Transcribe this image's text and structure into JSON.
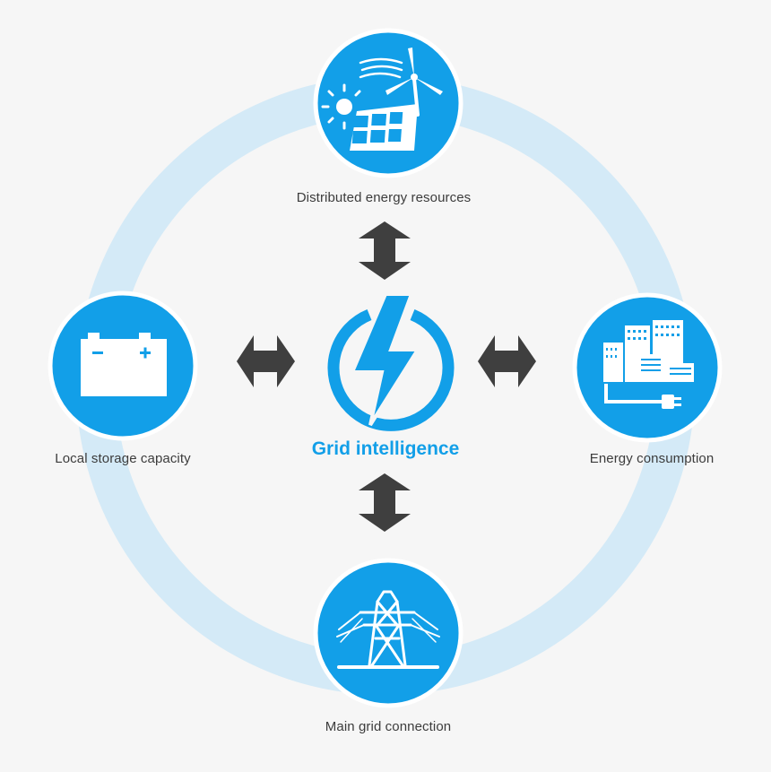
{
  "center": {
    "label": "Grid intelligence",
    "icon": "lightning-power-icon"
  },
  "nodes": [
    {
      "id": "top",
      "label": "Distributed energy resources",
      "icon": "solar-wind-icon"
    },
    {
      "id": "left",
      "label": "Local storage capacity",
      "icon": "battery-icon"
    },
    {
      "id": "right",
      "label": "Energy consumption",
      "icon": "city-plug-icon"
    },
    {
      "id": "bottom",
      "label": "Main grid connection",
      "icon": "transmission-tower-icon"
    }
  ],
  "colors": {
    "background": "#f6f6f6",
    "ring": "#d4eaf7",
    "node_fill": "#129fe8",
    "node_border": "#ffffff",
    "icon_fill": "#ffffff",
    "accent": "#129fe8",
    "arrow": "#3f3f3f",
    "label_text": "#3c3c3c"
  }
}
